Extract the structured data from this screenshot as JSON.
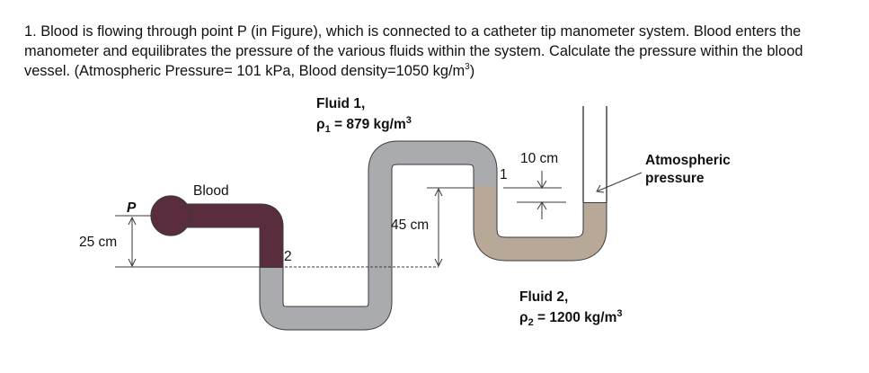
{
  "problem": {
    "text": "1. Blood is flowing through point P (in Figure), which is connected to a catheter tip manometer system.  Blood enters the manometer and equilibrates the pressure of the various fluids within the system.  Calculate the pressure within the blood vessel. (Atmospheric Pressure= 101 kPa, Blood density=1050 kg/m",
    "superscript": "3",
    "closing": ")"
  },
  "figure": {
    "fluid1_name": "Fluid 1,",
    "fluid1_rho": "ρ",
    "fluid1_sub": "1",
    "fluid1_density": " = 879 kg/m",
    "fluid1_sup": "3",
    "fluid2_name": "Fluid 2,",
    "fluid2_rho": "ρ",
    "fluid2_sub": "2",
    "fluid2_density": " = 1200 kg/m",
    "fluid2_sup": "3",
    "blood_label": "Blood",
    "point_label": "P",
    "height_25": "25 cm",
    "height_45": "45 cm",
    "height_10": "10 cm",
    "interface_1": "1",
    "interface_2": "2",
    "atm_line1": "Atmospheric",
    "atm_line2": "pressure",
    "colors": {
      "blood": "#5a2d3e",
      "fluid1": "#a9abae",
      "fluid2": "#b8a898",
      "outline": "#3a3a3a"
    }
  }
}
